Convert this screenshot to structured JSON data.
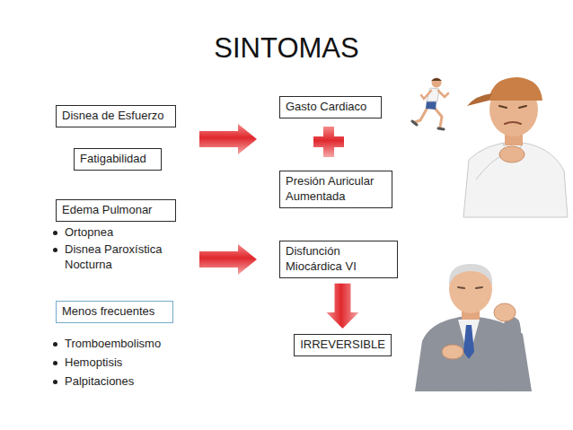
{
  "diagram": {
    "title": "SINTOMAS",
    "nodes": [
      {
        "text": [
          "Disnea de Esfuerzo"
        ]
      },
      {
        "text": [
          "Fatigabilidad"
        ]
      },
      {
        "text": [
          "Gasto Cardiaco"
        ]
      },
      {
        "text": [
          "Presión Auricular Aumentada"
        ]
      },
      {
        "text": [
          "Edema Pulmonar"
        ]
      },
      {
        "text": [
          "Disfunción Miocárdica VI"
        ]
      },
      {
        "text": [
          "Menos frecuentes"
        ]
      },
      {
        "text": [
          "IRREVERSIBLE"
        ]
      }
    ],
    "edges": [
      {
        "from": 5,
        "to": 7,
        "arrow": "to"
      }
    ],
    "labels": [
      "Ortopnea",
      "Disnea Paroxística Nocturna",
      "Tromboembolismo",
      "Hemoptisis",
      "Palpitaciones"
    ]
  }
}
